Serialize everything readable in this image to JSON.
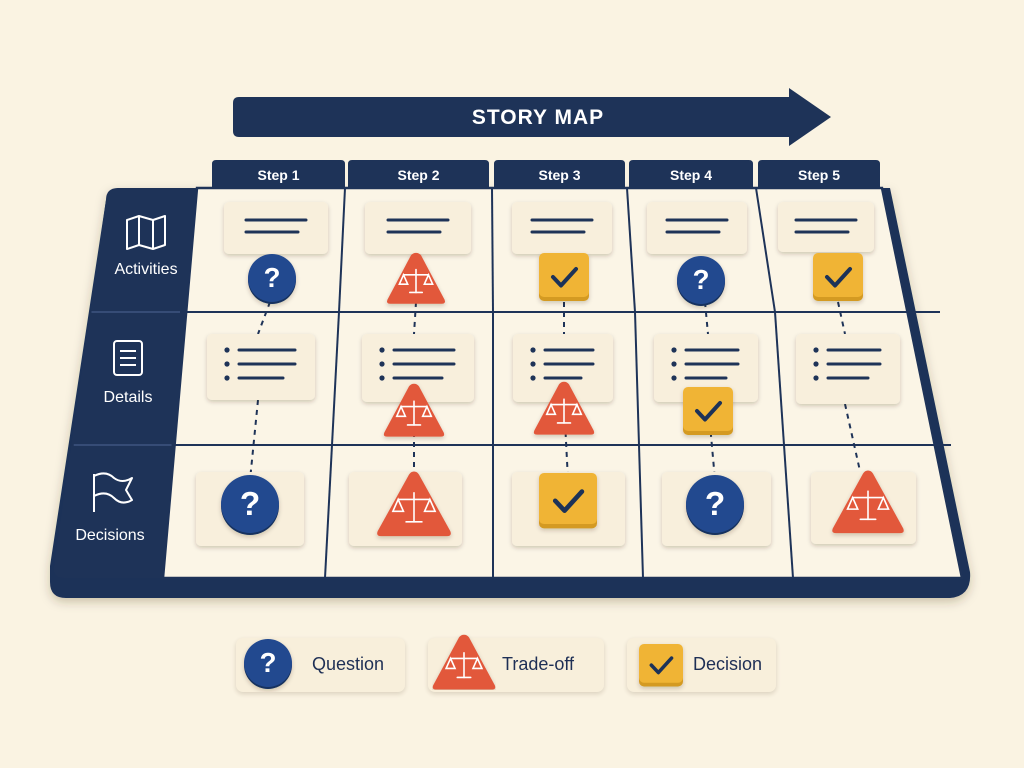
{
  "title": "STORY MAP",
  "steps": [
    "Step 1",
    "Step 2",
    "Step 3",
    "Step 4",
    "Step 5"
  ],
  "rows": [
    {
      "label": "Activities",
      "icon": "map-icon"
    },
    {
      "label": "Details",
      "icon": "document-icon"
    },
    {
      "label": "Decisions",
      "icon": "flag-icon"
    }
  ],
  "cells": {
    "activities": [
      "question",
      "tradeoff",
      "decision",
      "question",
      "decision"
    ],
    "details": [
      "none",
      "tradeoff",
      "tradeoff",
      "decision",
      "none"
    ],
    "decisions": [
      "question",
      "tradeoff",
      "decision",
      "question",
      "tradeoff"
    ]
  },
  "legend": [
    {
      "label": "Question",
      "marker": "question"
    },
    {
      "label": "Trade-off",
      "marker": "tradeoff"
    },
    {
      "label": "Decision",
      "marker": "decision"
    }
  ],
  "colors": {
    "navy": "#1e3358",
    "board": "#faf3e2",
    "card": "#f8efdc",
    "question": "#234a8f",
    "tradeoff": "#e2583b",
    "decision": "#f0b434"
  }
}
